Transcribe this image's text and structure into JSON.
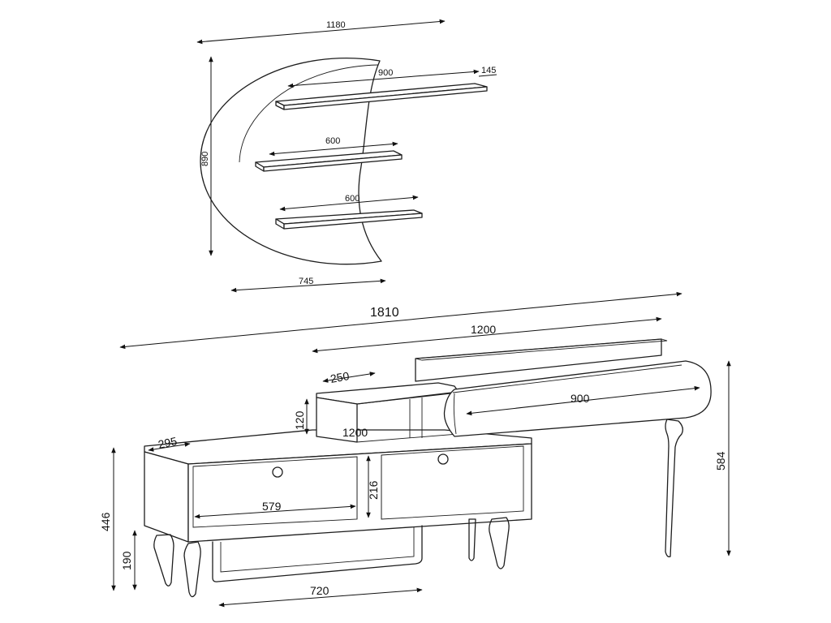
{
  "colors": {
    "line": "#1e1e1e",
    "background": "#ffffff"
  },
  "wall_shelf": {
    "width_total": "1180",
    "height": "890",
    "panel_width": "745",
    "shelf_top_width": "900",
    "shelf_depth": "145",
    "shelf_mid_width": "600",
    "shelf_low_width": "600"
  },
  "tv_unit": {
    "overall_width": "1810",
    "top_section_width": "1200",
    "side_shelf_depth": "250",
    "side_shelf_height": "120",
    "inner_width": "1200",
    "cabinet_depth": "295",
    "cabinet_height": "446",
    "door_width": "579",
    "door_height": "216",
    "leg_height": "190",
    "bottom_shelf_width": "720",
    "drawer_width": "900",
    "top_height": "584"
  }
}
